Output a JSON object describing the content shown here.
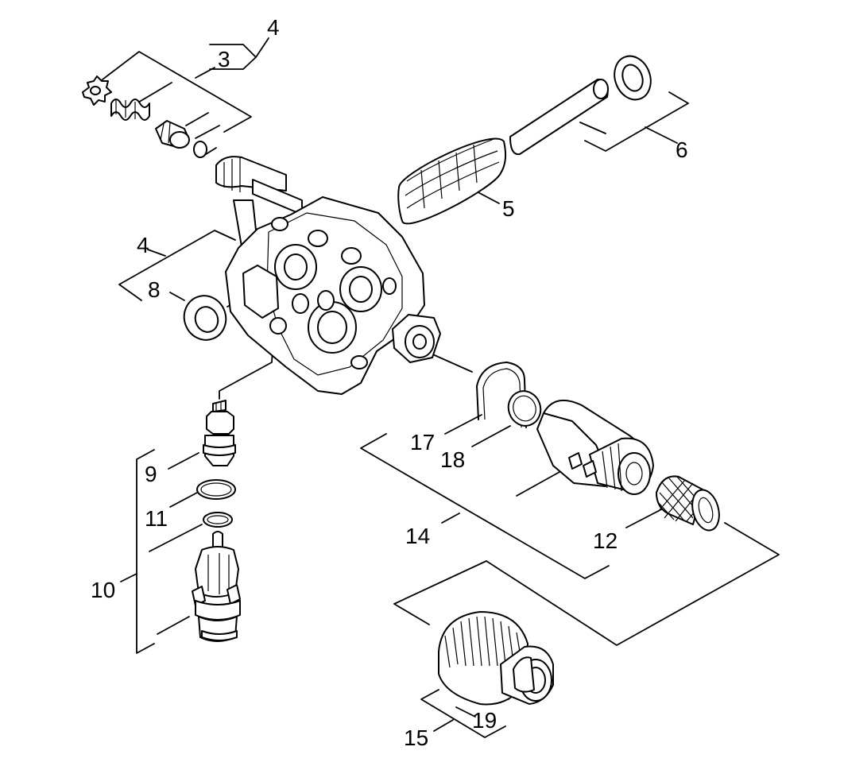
{
  "callouts": {
    "n4_top": "4",
    "n3": "3",
    "n6": "6",
    "n5": "5",
    "n4_mid": "4",
    "n8": "8",
    "n17": "17",
    "n18": "18",
    "n9": "9",
    "n11": "11",
    "n14": "14",
    "n12": "12",
    "n10": "10",
    "n19": "19",
    "n15": "15"
  }
}
